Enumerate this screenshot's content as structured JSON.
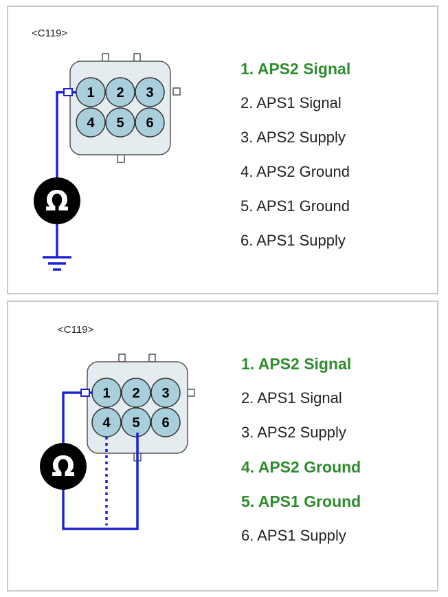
{
  "colors": {
    "highlight": "#2e8b2e",
    "wire": "#1a22d6",
    "pin_fill": "#a9cedc",
    "connector_body": "#e4ecef",
    "text": "#222222",
    "meter": "#000000"
  },
  "icons": {
    "meter": "ohmmeter-icon",
    "ground": "ground-icon"
  },
  "panels": [
    {
      "connector_id": "<C119>",
      "meter_symbol": "Ω",
      "pins": [
        {
          "label": "1. APS2 Signal",
          "highlighted": true
        },
        {
          "label": "2. APS1 Signal",
          "highlighted": false
        },
        {
          "label": "3. APS2 Supply",
          "highlighted": false
        },
        {
          "label": "4. APS2 Ground",
          "highlighted": false
        },
        {
          "label": "5. APS1 Ground",
          "highlighted": false
        },
        {
          "label": "6. APS1 Supply",
          "highlighted": false
        }
      ],
      "connector_pins": [
        "1",
        "2",
        "3",
        "4",
        "5",
        "6"
      ]
    },
    {
      "connector_id": "<C119>",
      "meter_symbol": "Ω",
      "pins": [
        {
          "label": "1. APS2 Signal",
          "highlighted": true
        },
        {
          "label": "2. APS1 Signal",
          "highlighted": false
        },
        {
          "label": "3. APS2 Supply",
          "highlighted": false
        },
        {
          "label": "4. APS2 Ground",
          "highlighted": true
        },
        {
          "label": "5. APS1 Ground",
          "highlighted": true
        },
        {
          "label": "6. APS1 Supply",
          "highlighted": false
        }
      ],
      "connector_pins": [
        "1",
        "2",
        "3",
        "4",
        "5",
        "6"
      ]
    }
  ]
}
